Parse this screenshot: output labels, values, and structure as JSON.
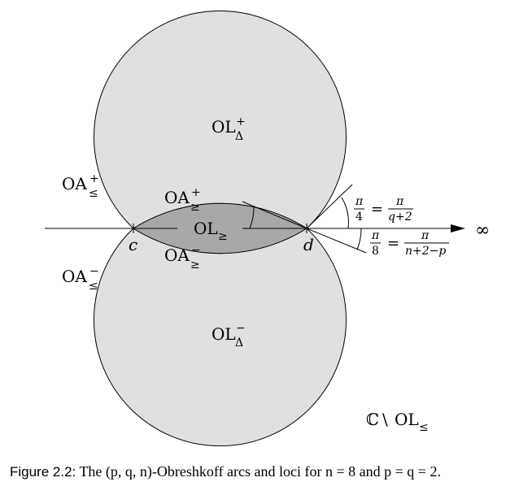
{
  "regions": {
    "ol_delta_plus": "OL",
    "ol_delta_plus_sup": "+",
    "ol_delta_plus_sub": "Δ",
    "ol_delta_minus": "OL",
    "ol_delta_minus_sup": "−",
    "ol_delta_minus_sub": "Δ",
    "ol_geq": "OL",
    "ol_geq_sub": "≥",
    "oa_leq_plus": "OA",
    "oa_leq_plus_sup": "+",
    "oa_leq_plus_sub": "≤",
    "oa_leq_minus": "OA",
    "oa_leq_minus_sup": "−",
    "oa_leq_minus_sub": "≤",
    "oa_geq_plus": "OA",
    "oa_geq_plus_sup": "+",
    "oa_geq_plus_sub": "≥",
    "oa_geq_minus": "OA",
    "oa_geq_minus_sup": "−",
    "oa_geq_minus_sub": "≥",
    "complement_c": "ℂ",
    "complement_setminus": "\\",
    "complement_ol": "OL",
    "complement_sub": "≤"
  },
  "points": {
    "c": "c",
    "d": "d",
    "infinity": "∞"
  },
  "angles": {
    "upper_lhs_num": "π",
    "upper_lhs_den": "4",
    "upper_eq": "=",
    "upper_rhs_num": "π",
    "upper_rhs_den": "q+2",
    "lower_lhs_num": "π",
    "lower_lhs_den": "8",
    "lower_eq": "=",
    "lower_rhs_num": "π",
    "lower_rhs_den": "n+2−p"
  },
  "caption": {
    "label": "Figure 2.2:",
    "text": " The (p, q, n)-Obreshkoff arcs and loci for n = 8 and p = q = 2."
  },
  "colors": {
    "disk_fill": "#e0e0e0",
    "lens_fill": "#a8a8a8",
    "stroke": "#000000"
  }
}
